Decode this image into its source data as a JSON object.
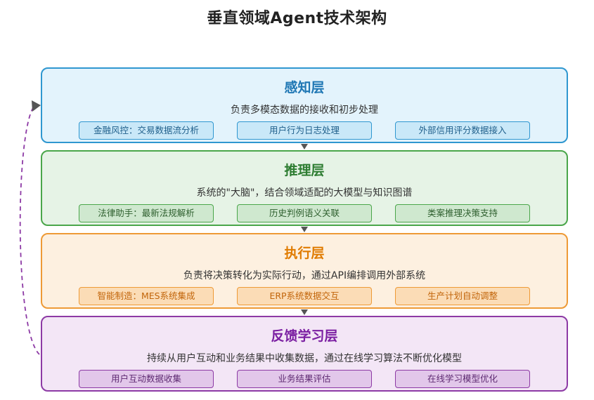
{
  "title": "垂直领域Agent技术架构",
  "colors": {
    "perception": "#2f97d0",
    "reasoning": "#4aa64a",
    "execution": "#ee9a36",
    "feedback": "#8d3aa5",
    "connector": "#555555"
  },
  "layers": [
    {
      "title": "感知层",
      "description": "负责多模态数据的接收和初步处理",
      "items": [
        "金融风控：交易数据流分析",
        "用户行为日志处理",
        "外部信用评分数据接入"
      ]
    },
    {
      "title": "推理层",
      "description": "系统的\"大脑\"，结合领域适配的大模型与知识图谱",
      "items": [
        "法律助手：最新法规解析",
        "历史判例语义关联",
        "类案推理决策支持"
      ]
    },
    {
      "title": "执行层",
      "description": "负责将决策转化为实际行动，通过API编排调用外部系统",
      "items": [
        "智能制造：MES系统集成",
        "ERP系统数据交互",
        "生产计划自动调整"
      ]
    },
    {
      "title": "反馈学习层",
      "description": "持续从用户互动和业务结果中收集数据，通过在线学习算法不断优化模型",
      "items": [
        "用户互动数据收集",
        "业务结果评估",
        "在线学习模型优化"
      ]
    }
  ]
}
